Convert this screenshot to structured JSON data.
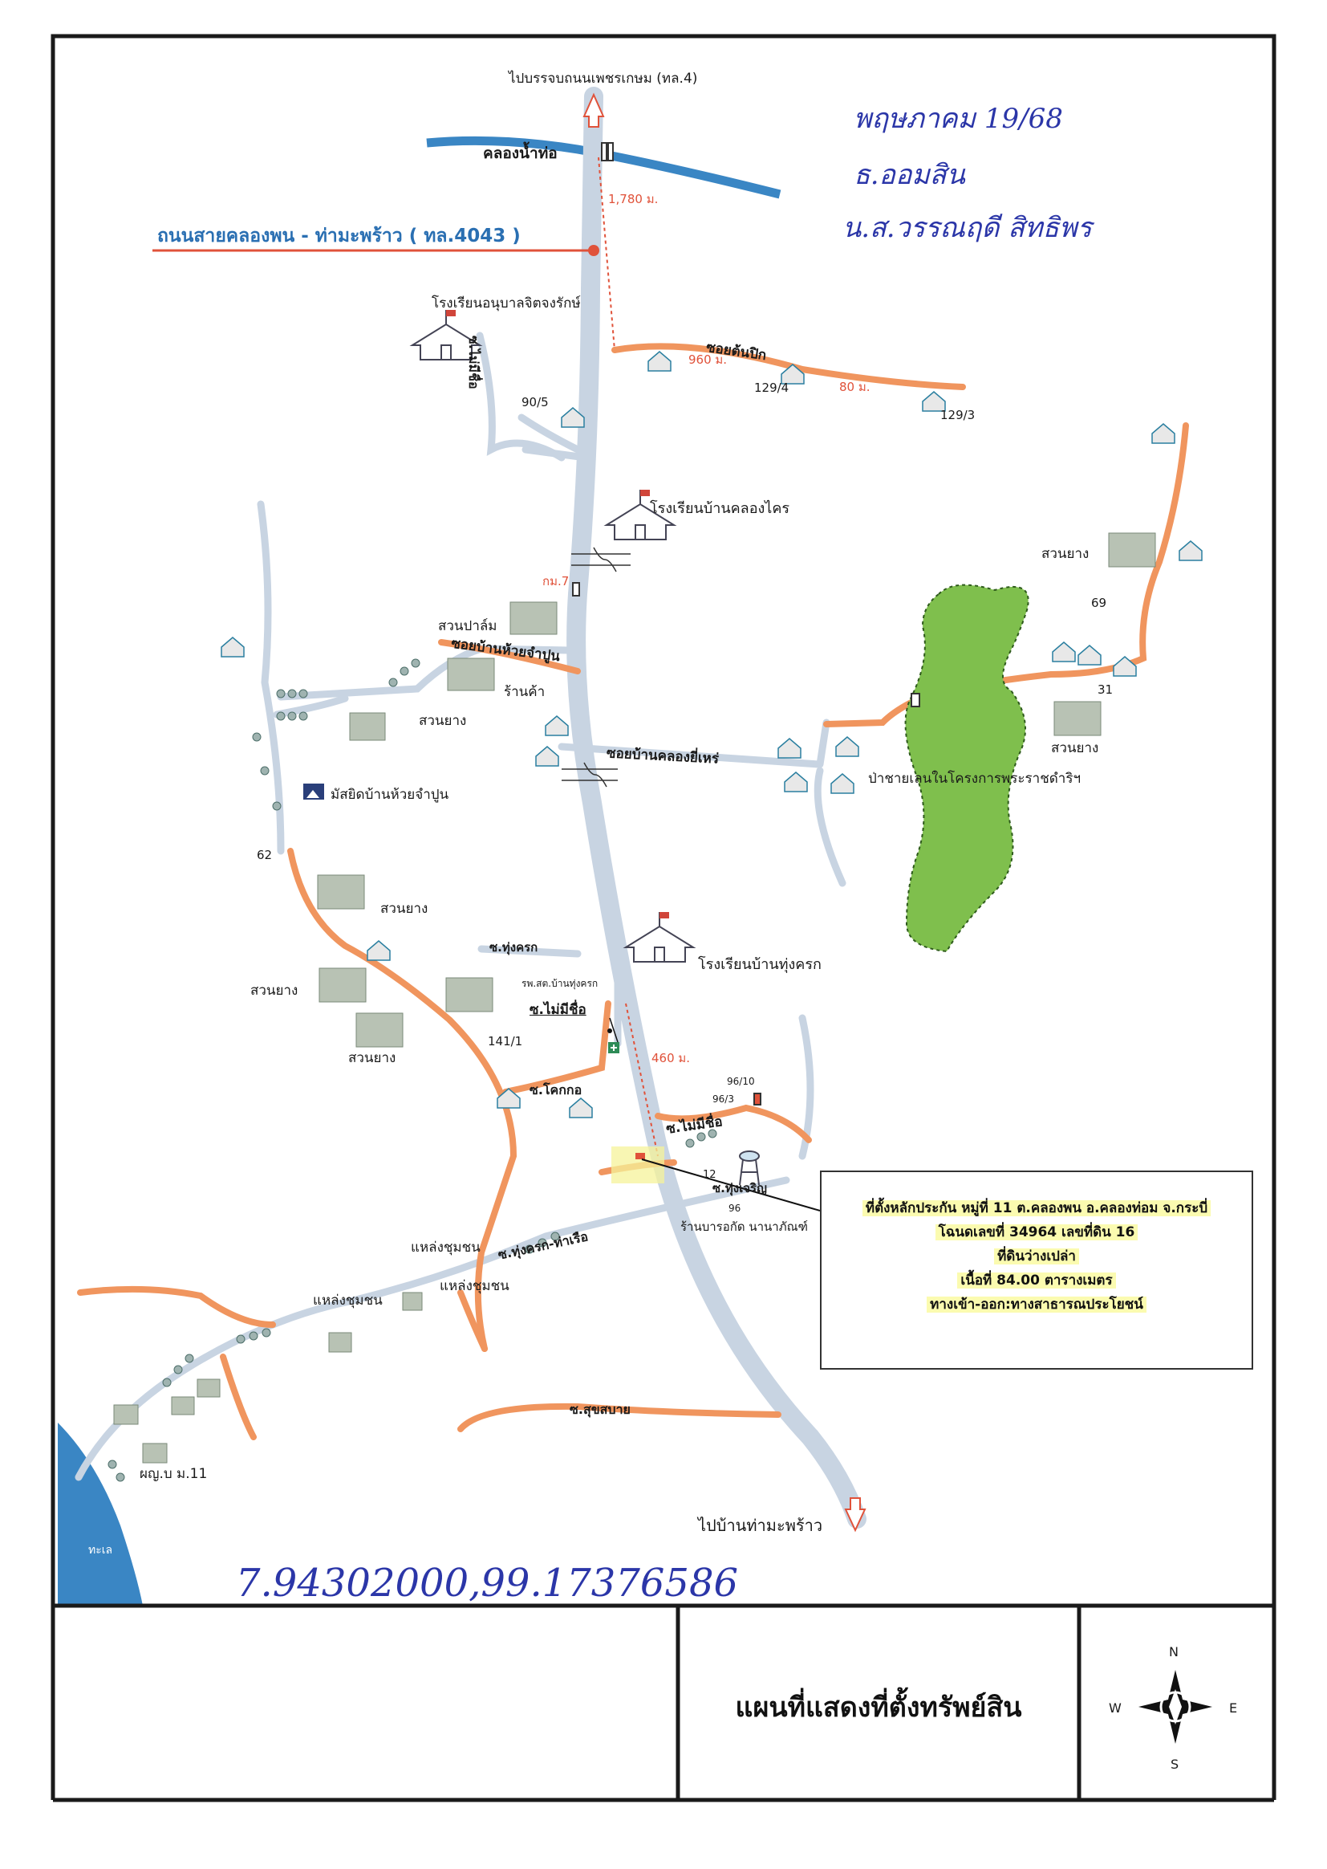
{
  "map": {
    "top_destination": "ไปบรรจบถนนเพชรเกษม (ทล.4)",
    "bottom_destination": "ไปบ้านท่ามะพร้าว",
    "main_road_label": "ถนนสายคลองพน - ท่ามะพร้าว ( ทล.4043 )",
    "canal_label": "คลองน้ำท่อ",
    "distance_top": "1,780 ม.",
    "distance_soi": "960 ม.",
    "distance_small": "80 ม.",
    "distance_bottom": "460 ม.",
    "km_marker": "กม.7",
    "sea_label": "ทะเล",
    "roads": {
      "soi_ton_pik": "ซอยต้นปิก",
      "soi_mai_mi_chue_1": "ซ.ไม่มีชื่อ",
      "soi_huai_champun": "ซอยบ้านห้วยจำปูน",
      "soi_khlong_yi_he": "ซอยบ้านคลองยี่เหร่",
      "soi_thung_khrok": "ซ.ทุ่งครก",
      "soi_mai_mi_chue_2": "ซ.ไม่มีชื่อ",
      "soi_khok_ko": "ซ.โคกกอ",
      "soi_mai_mi_chue_3": "ซ.ไม่มีชื่อ",
      "soi_thung_charoen": "ซ.ทุ่งเจริญ",
      "soi_thung_khrok_tha_ruea": "ซ.ทุ่งครก-ท่าเรือ",
      "soi_suk_sabai": "ซ.สุขสบาย"
    },
    "places": {
      "school_anuban": "โรงเรียนอนุบาลจิตจงรักษ์",
      "school_khlong_khrai": "โรงเรียนบ้านคลองไคร",
      "school_thung_khrok": "โรงเรียนบ้านทุ่งครก",
      "mosque": "มัสยิดบ้านห้วยจำปูน",
      "palm_garden": "สวนปาล์ม",
      "shop": "ร้านค้า",
      "health_station": "รพ.สต.บ้านทุ่งครก",
      "forest": "ป่าชายเลนในโครงการพระราชดำริฯ",
      "repair_shop": "ร้านบารอกัด นานาภัณฑ์",
      "community_1": "แหล่งชุมชน",
      "community_2": "แหล่งชุมชน",
      "community_3": "แหล่งชุมชน",
      "village_head": "ผญ.บ ม.11",
      "rubber": "สวนยาง"
    },
    "house_numbers": [
      "90/5",
      "129/4",
      "129/3",
      "69",
      "31",
      "62",
      "141/1",
      "96/10",
      "96/3",
      "12",
      "96"
    ]
  },
  "info_box": {
    "line1": "ที่ตั้งหลักประกัน หมู่ที่ 11 ต.คลองพน อ.คลองท่อม จ.กระบี่",
    "line2": "โฉนดเลขที่ 34964 เลขที่ดิน 16",
    "line3": "ที่ดินว่างเปล่า",
    "line4": "เนื้อที่ 84.00 ตารางเมตร",
    "line5": "ทางเข้า-ออก:ทางสาธารณประโยชน์"
  },
  "handwriting": {
    "line1": "พฤษภาคม 19/68",
    "line2": "ธ.ออมสิน",
    "line3": "น.ส.วรรณฤดี สิทธิพร",
    "coords": "7.94302000,99.17376586"
  },
  "footer": {
    "title": "แผนที่แสดงที่ตั้งทรัพย์สิน"
  },
  "compass": {
    "n": "N",
    "s": "S",
    "e": "E",
    "w": "W"
  },
  "colors": {
    "main_road": "#c8d4e2",
    "soi": "#f0955e",
    "water": "#3a86c4",
    "forest": "#7fbf4d",
    "marker": "#e0523a",
    "handwriting": "#2b36a8"
  }
}
